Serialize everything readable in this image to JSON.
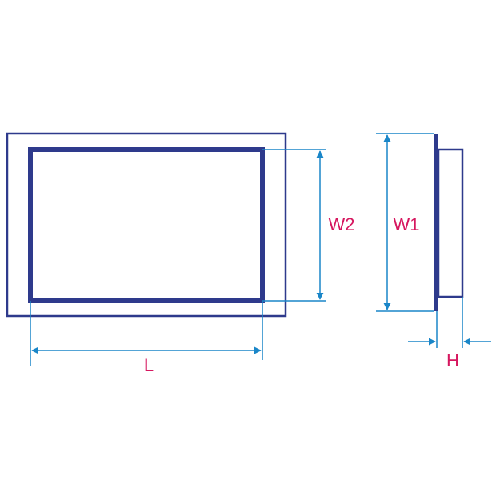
{
  "colors": {
    "outline": "#2e3a8c",
    "dimension_line": "#1a86c8",
    "label": "#d6175f",
    "background": "#ffffff"
  },
  "labels": {
    "length": "L",
    "inner_width": "W2",
    "outer_width": "W1",
    "height": "H"
  }
}
